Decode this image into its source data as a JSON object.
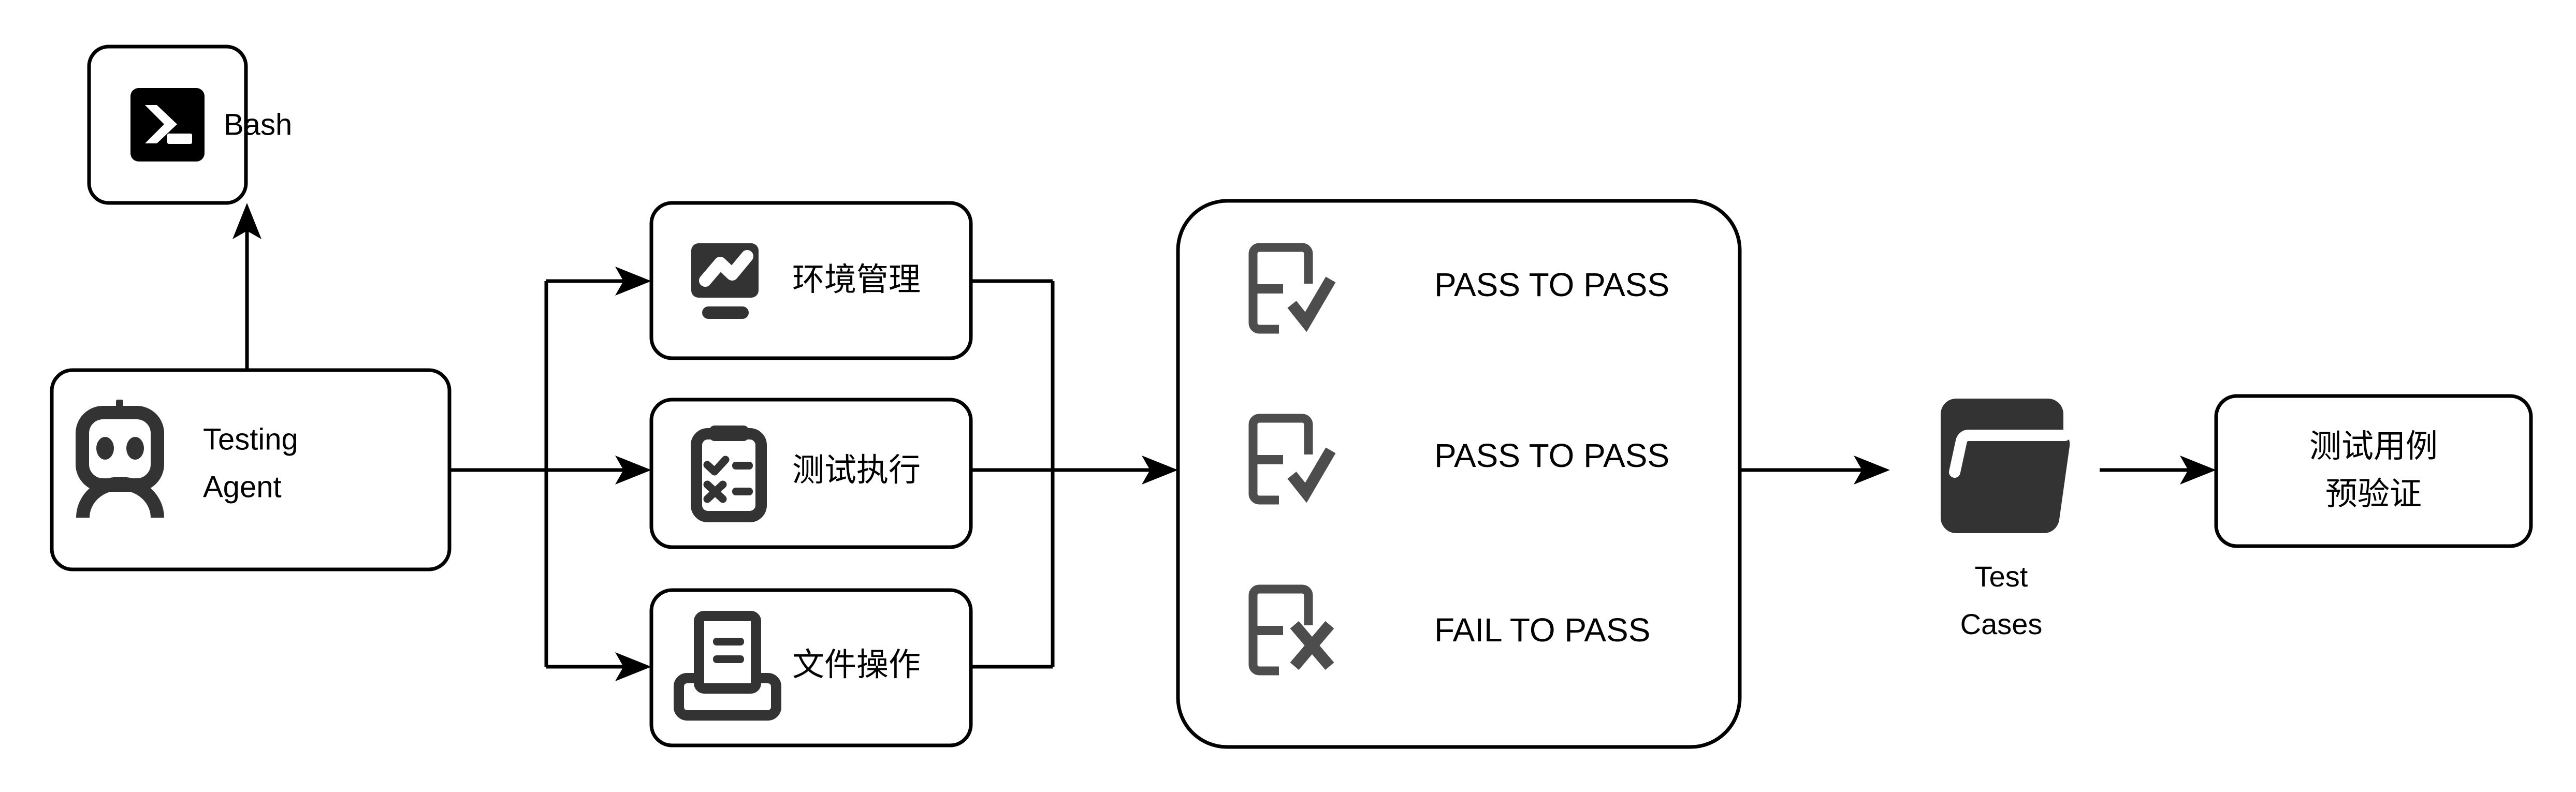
{
  "diagram": {
    "title": "Testing Agent test case pre-validation flow",
    "background_color": "#ffffff",
    "line_color": "#000000",
    "icon_color": "#333333",
    "icon_color_alt": "#4d4d4d"
  },
  "nodes": {
    "bash": {
      "label": "Bash",
      "icon": "terminal-icon"
    },
    "agent": {
      "label_line1": "Testing",
      "label_line2": "Agent",
      "icon": "robot-icon"
    },
    "tools": [
      {
        "label": "环境管理",
        "icon": "monitor-chart-icon"
      },
      {
        "label": "测试执行",
        "icon": "clipboard-check-x-icon"
      },
      {
        "label": "文件操作",
        "icon": "document-scan-icon"
      }
    ],
    "results": [
      {
        "label": "PASS TO PASS",
        "icon": "note-check-icon"
      },
      {
        "label": "PASS TO PASS",
        "icon": "note-check-icon"
      },
      {
        "label": "FAIL TO PASS",
        "icon": "note-x-icon"
      }
    ],
    "test_cases": {
      "label_line1": "Test",
      "label_line2": "Cases",
      "icon": "folder-icon"
    },
    "validation": {
      "label_line1": "测试用例",
      "label_line2": "预验证"
    }
  }
}
